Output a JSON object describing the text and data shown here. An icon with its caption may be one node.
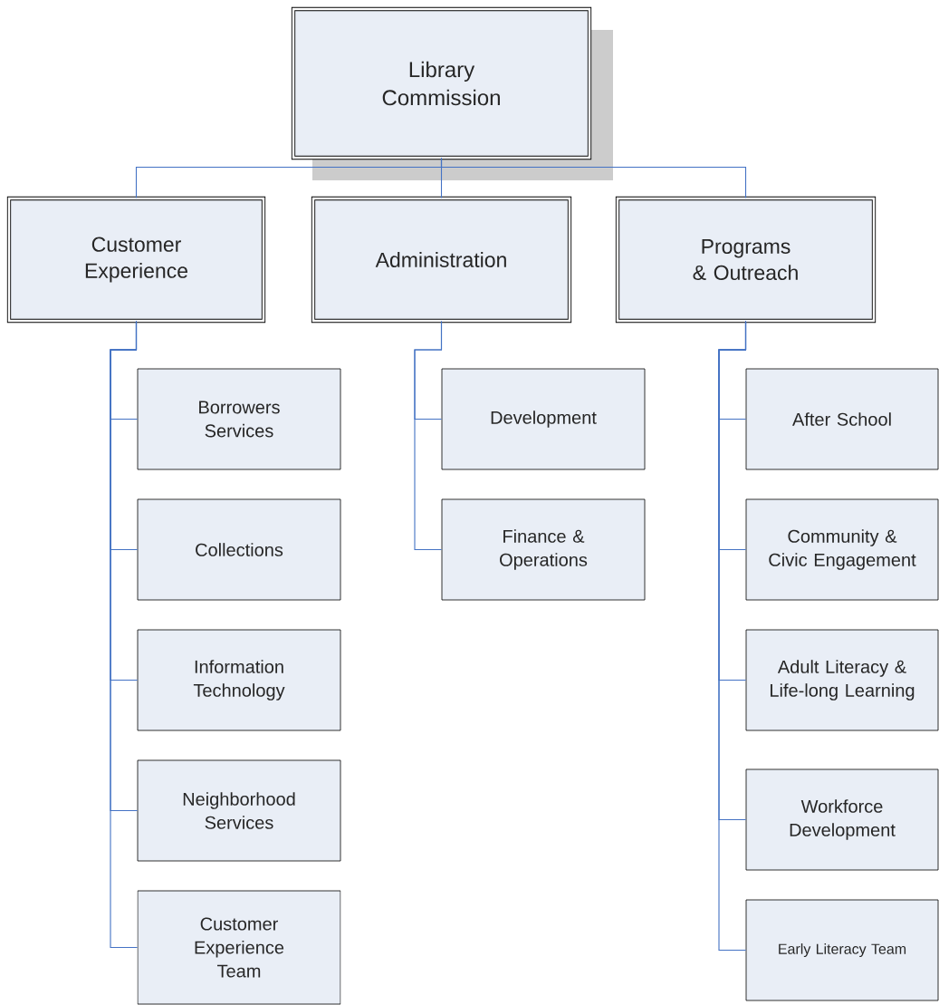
{
  "diagram": {
    "nodes": [
      {
        "text": [
          "Library Commission"
        ]
      },
      {
        "text": [
          "Customer Experience"
        ]
      },
      {
        "text": [
          "Administration"
        ]
      },
      {
        "text": [
          "Programs & Outreach"
        ]
      },
      {
        "text": [
          "Borrowers Services"
        ]
      },
      {
        "text": [
          "Collections"
        ]
      },
      {
        "text": [
          "Information Technology"
        ]
      },
      {
        "text": [
          "Neighborhood Services"
        ]
      },
      {
        "text": [
          "Customer Experience Team"
        ]
      },
      {
        "text": [
          "Development"
        ]
      },
      {
        "text": [
          "Finance & Operations"
        ]
      },
      {
        "text": [
          "After School"
        ]
      },
      {
        "text": [
          "Community & Civic Engagement"
        ]
      },
      {
        "text": [
          "Adult Literacy & Life-long Learning"
        ]
      },
      {
        "text": [
          "Workforce Development"
        ]
      },
      {
        "text": [
          "Early Literacy Team"
        ]
      }
    ],
    "edges": [
      {
        "from": 0,
        "to": 1,
        "arrow": "none"
      },
      {
        "from": 0,
        "to": 2,
        "arrow": "none"
      },
      {
        "from": 0,
        "to": 3,
        "arrow": "none"
      },
      {
        "from": 1,
        "to": 4,
        "arrow": "none"
      },
      {
        "from": 1,
        "to": 5,
        "arrow": "none"
      },
      {
        "from": 1,
        "to": 6,
        "arrow": "none"
      },
      {
        "from": 1,
        "to": 7,
        "arrow": "none"
      },
      {
        "from": 1,
        "to": 8,
        "arrow": "none"
      },
      {
        "from": 2,
        "to": 9,
        "arrow": "none"
      },
      {
        "from": 2,
        "to": 10,
        "arrow": "none"
      },
      {
        "from": 3,
        "to": 11,
        "arrow": "none"
      },
      {
        "from": 3,
        "to": 12,
        "arrow": "none"
      },
      {
        "from": 3,
        "to": 13,
        "arrow": "none"
      },
      {
        "from": 3,
        "to": 14,
        "arrow": "none"
      },
      {
        "from": 3,
        "to": 15,
        "arrow": "none"
      }
    ]
  }
}
